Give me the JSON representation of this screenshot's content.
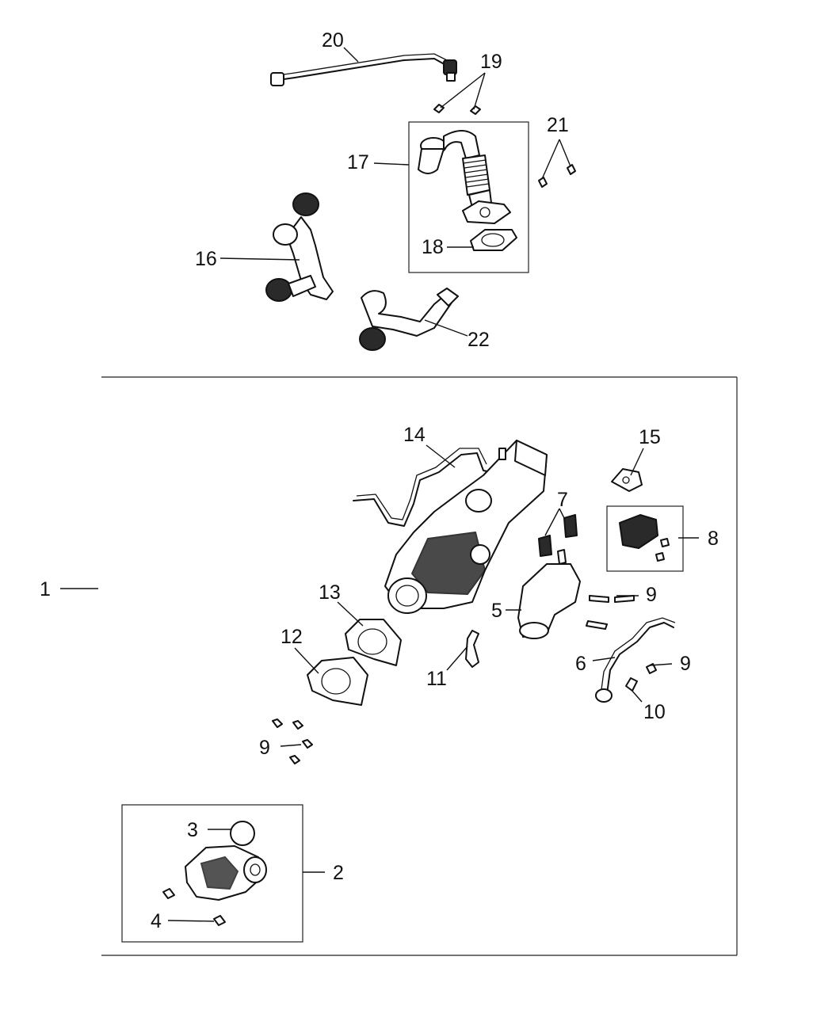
{
  "diagram": {
    "callouts": [
      {
        "id": "c1",
        "label": "1"
      },
      {
        "id": "c2",
        "label": "2"
      },
      {
        "id": "c3",
        "label": "3"
      },
      {
        "id": "c4",
        "label": "4"
      },
      {
        "id": "c5",
        "label": "5"
      },
      {
        "id": "c6",
        "label": "6"
      },
      {
        "id": "c7",
        "label": "7"
      },
      {
        "id": "c8",
        "label": "8"
      },
      {
        "id": "c9a",
        "label": "9"
      },
      {
        "id": "c9b",
        "label": "9"
      },
      {
        "id": "c9c",
        "label": "9"
      },
      {
        "id": "c10",
        "label": "10"
      },
      {
        "id": "c11",
        "label": "11"
      },
      {
        "id": "c12",
        "label": "12"
      },
      {
        "id": "c13",
        "label": "13"
      },
      {
        "id": "c14",
        "label": "14"
      },
      {
        "id": "c15",
        "label": "15"
      },
      {
        "id": "c16",
        "label": "16"
      },
      {
        "id": "c17",
        "label": "17"
      },
      {
        "id": "c18",
        "label": "18"
      },
      {
        "id": "c19",
        "label": "19"
      },
      {
        "id": "c20",
        "label": "20"
      },
      {
        "id": "c21",
        "label": "21"
      },
      {
        "id": "c22",
        "label": "22"
      }
    ]
  }
}
